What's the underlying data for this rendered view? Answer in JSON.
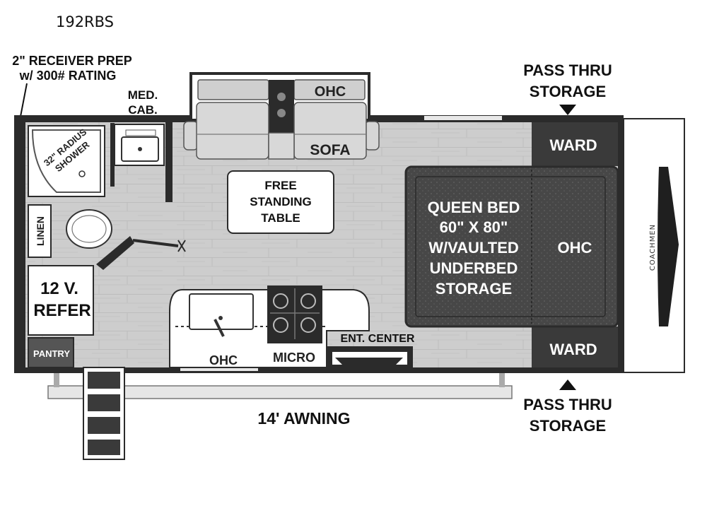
{
  "model": "192RBS",
  "labels": {
    "receiver_prep_1": "2\" RECEIVER PREP",
    "receiver_prep_2": "w/ 300# RATING",
    "med_cab_1": "MED.",
    "med_cab_2": "CAB.",
    "shower_1": "32\" RADIUS",
    "shower_2": "SHOWER",
    "linen": "LINEN",
    "refer_1": "12 V.",
    "refer_2": "REFER",
    "pantry": "PANTRY",
    "sofa_ohc": "OHC",
    "sofa": "SOFA",
    "table_1": "FREE",
    "table_2": "STANDING",
    "table_3": "TABLE",
    "bed_1": "QUEEN BED",
    "bed_2": "60\" X 80\"",
    "bed_3": "W/VAULTED",
    "bed_4": "UNDERBED",
    "bed_5": "STORAGE",
    "bed_ohc": "OHC",
    "ward_top": "WARD",
    "ward_bottom": "WARD",
    "pass_thru_top_1": "PASS THRU",
    "pass_thru_top_2": "STORAGE",
    "pass_thru_bottom_1": "PASS THRU",
    "pass_thru_bottom_2": "STORAGE",
    "kitchen_ohc": "OHC",
    "micro": "MICRO",
    "ent_center": "ENT. CENTER",
    "awning": "14' AWNING",
    "brand": "COACHMEN"
  },
  "colors": {
    "floor": "#cfcfcf",
    "wall": "#2b2b2b",
    "bed": "#4a4a4a",
    "ward": "#3a3a3a"
  }
}
